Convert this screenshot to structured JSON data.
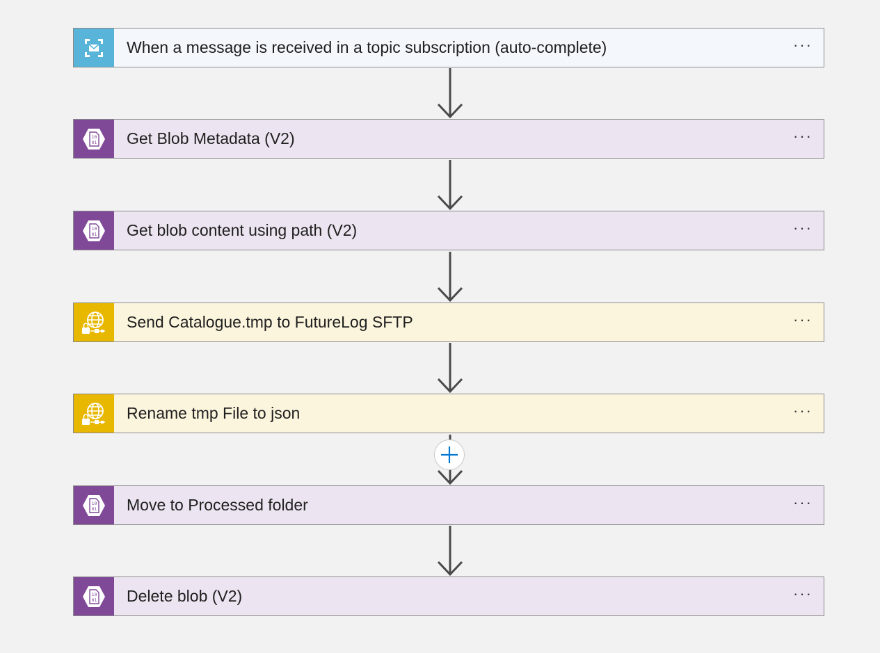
{
  "colors": {
    "background": "#f2f2f2",
    "connector": "#4a4a4a",
    "add_icon": "#0078d4"
  },
  "steps": [
    {
      "title": "When a message is received in a topic subscription (auto-complete)",
      "more": "···",
      "icon": "service-bus-icon",
      "icon_bg": "#59b4d9",
      "card_bg": "#f4f8fd"
    },
    {
      "title": "Get Blob Metadata (V2)",
      "more": "···",
      "icon": "blob-storage-icon",
      "icon_bg": "#804998",
      "card_bg": "#ece4f0"
    },
    {
      "title": "Get blob content using path (V2)",
      "more": "···",
      "icon": "blob-storage-icon",
      "icon_bg": "#804998",
      "card_bg": "#ece4f0"
    },
    {
      "title": "Send Catalogue.tmp to FutureLog SFTP",
      "more": "···",
      "icon": "sftp-icon",
      "icon_bg": "#e8b700",
      "card_bg": "#fcf5dd"
    },
    {
      "title": "Rename tmp File to json",
      "more": "···",
      "icon": "sftp-icon",
      "icon_bg": "#e8b700",
      "card_bg": "#fcf5dd"
    },
    {
      "title": "Move to Processed folder",
      "more": "···",
      "icon": "blob-storage-icon",
      "icon_bg": "#804998",
      "card_bg": "#ece4f0"
    },
    {
      "title": "Delete blob (V2)",
      "more": "···",
      "icon": "blob-storage-icon",
      "icon_bg": "#804998",
      "card_bg": "#ece4f0"
    }
  ],
  "add_step": {
    "icon": "plus-icon"
  }
}
